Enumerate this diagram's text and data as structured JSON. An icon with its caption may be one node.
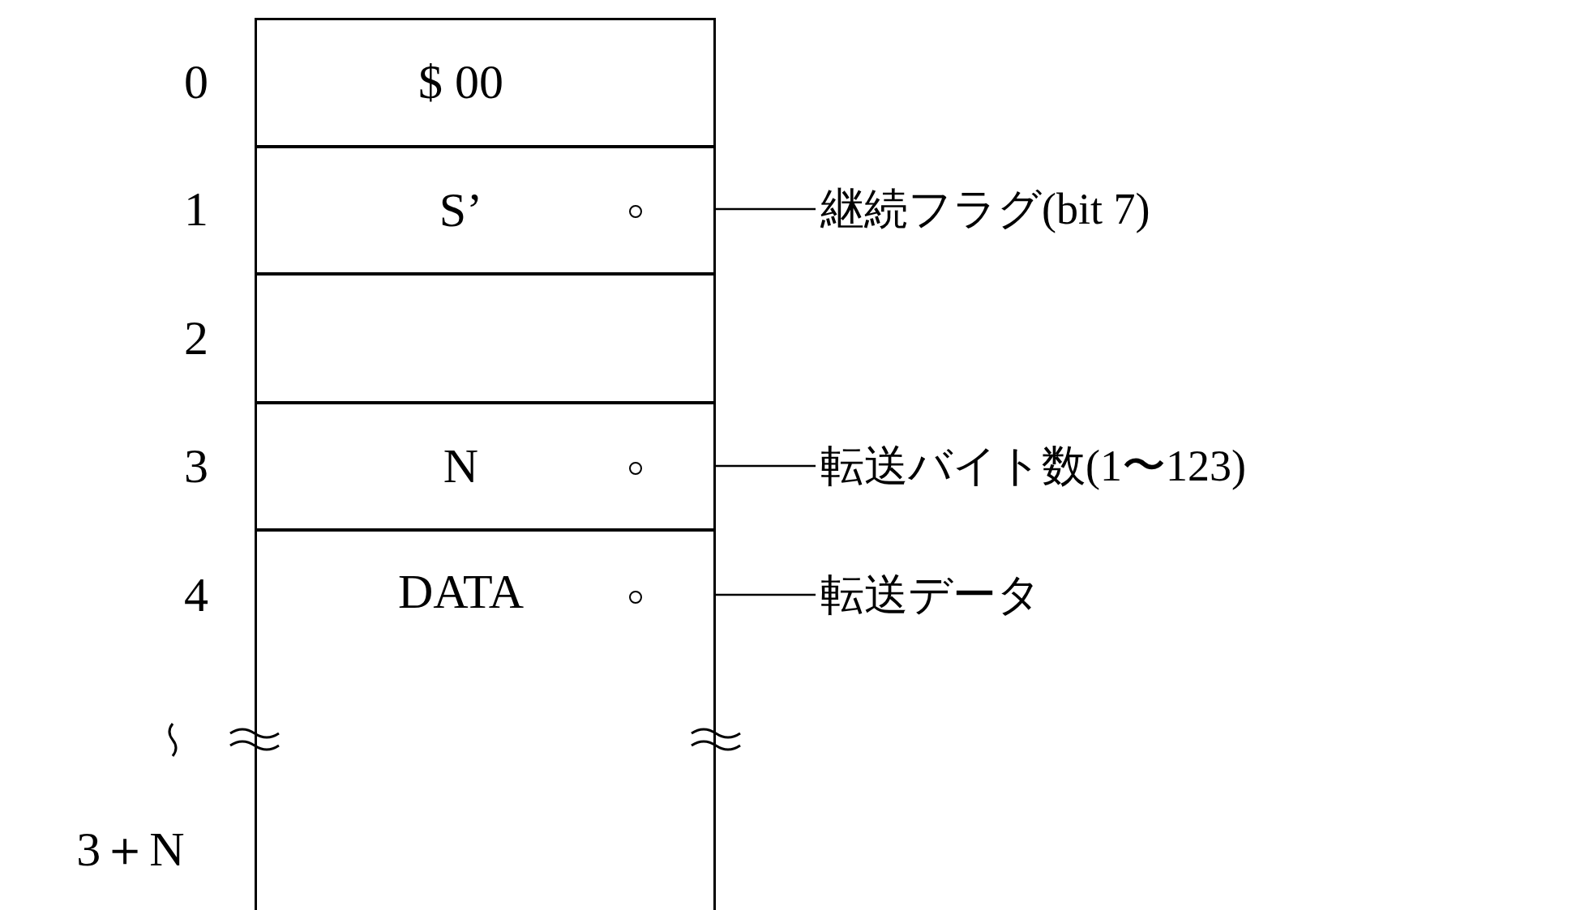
{
  "diagram": {
    "nodes": [
      {
        "text": [
          "$ 00"
        ],
        "beside": [
          "0"
        ]
      },
      {
        "text": [
          "S’"
        ],
        "beside": [
          "1"
        ]
      },
      {
        "text": [],
        "shape": "circle",
        "in": 1
      },
      {
        "text": [
          "継続フラグ(bit 7)"
        ]
      },
      {
        "text": [],
        "shape": "box",
        "beside": [
          "2"
        ]
      },
      {
        "text": [
          "N"
        ],
        "beside": [
          "3"
        ]
      },
      {
        "text": [],
        "shape": "circle",
        "in": 5
      },
      {
        "text": [
          "転送バイト数(1〜123)"
        ]
      },
      {
        "text": [
          "DATA"
        ],
        "beside": [
          "4",
          "3＋N"
        ]
      },
      {
        "text": [],
        "shape": "circle",
        "in": 8
      },
      {
        "text": [
          "転送データ"
        ]
      }
    ],
    "edges": [
      {
        "from": 2,
        "to": 3,
        "arrow": "none"
      },
      {
        "from": 6,
        "to": 7,
        "arrow": "none"
      },
      {
        "from": 9,
        "to": 10,
        "arrow": "none"
      }
    ]
  }
}
